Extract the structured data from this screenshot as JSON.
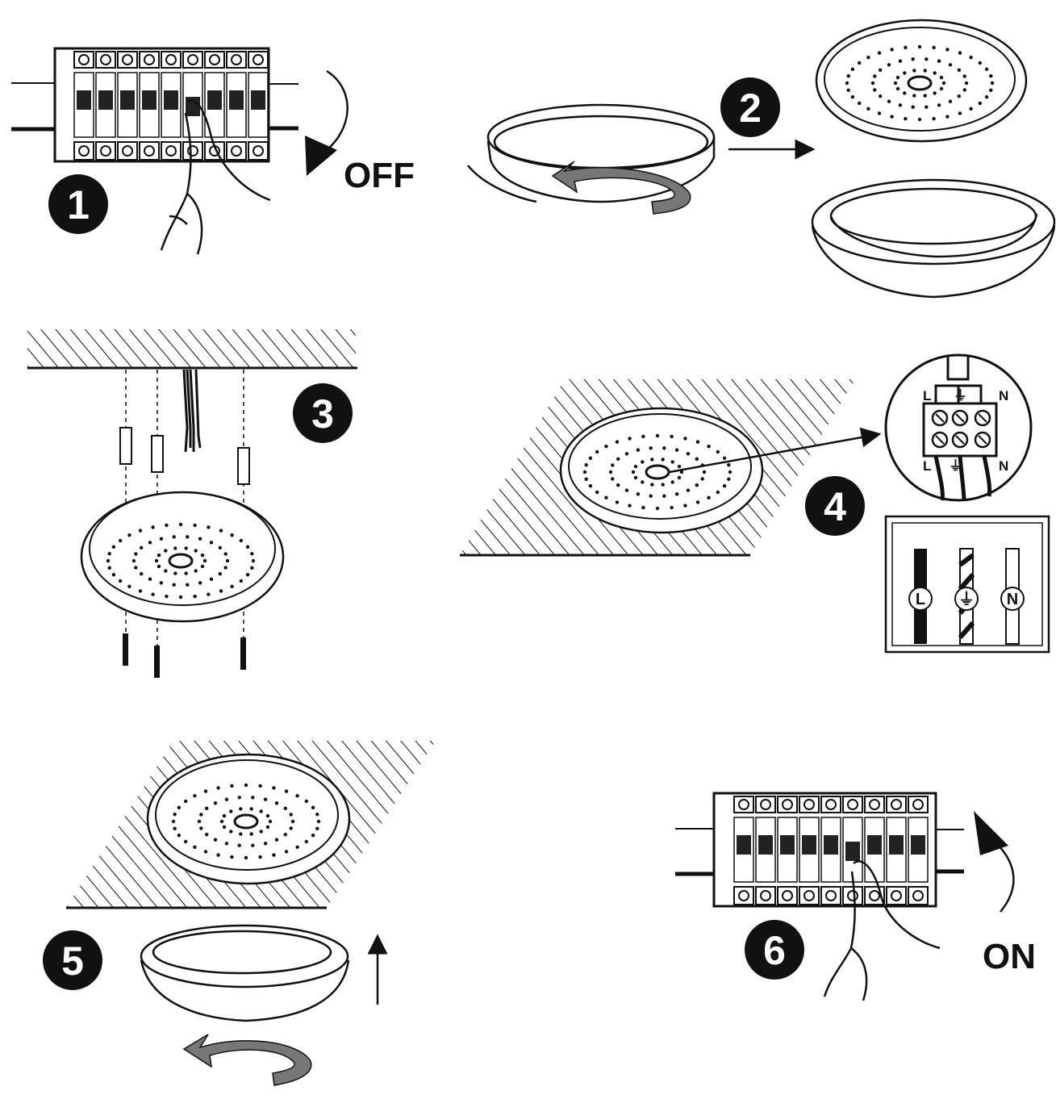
{
  "steps": [
    {
      "number": "1",
      "label": "OFF"
    },
    {
      "number": "2"
    },
    {
      "number": "3"
    },
    {
      "number": "4"
    },
    {
      "number": "5"
    },
    {
      "number": "6",
      "label": "ON"
    }
  ],
  "terminal": {
    "top_labels": [
      "L",
      "⏚",
      "N"
    ],
    "bottom_labels": [
      "L",
      "⏚",
      "N"
    ]
  },
  "wire_legend": [
    "L",
    "⏚",
    "N"
  ],
  "colors": {
    "ink": "#111111",
    "arrow_gray": "#777777",
    "paper": "#ffffff"
  }
}
